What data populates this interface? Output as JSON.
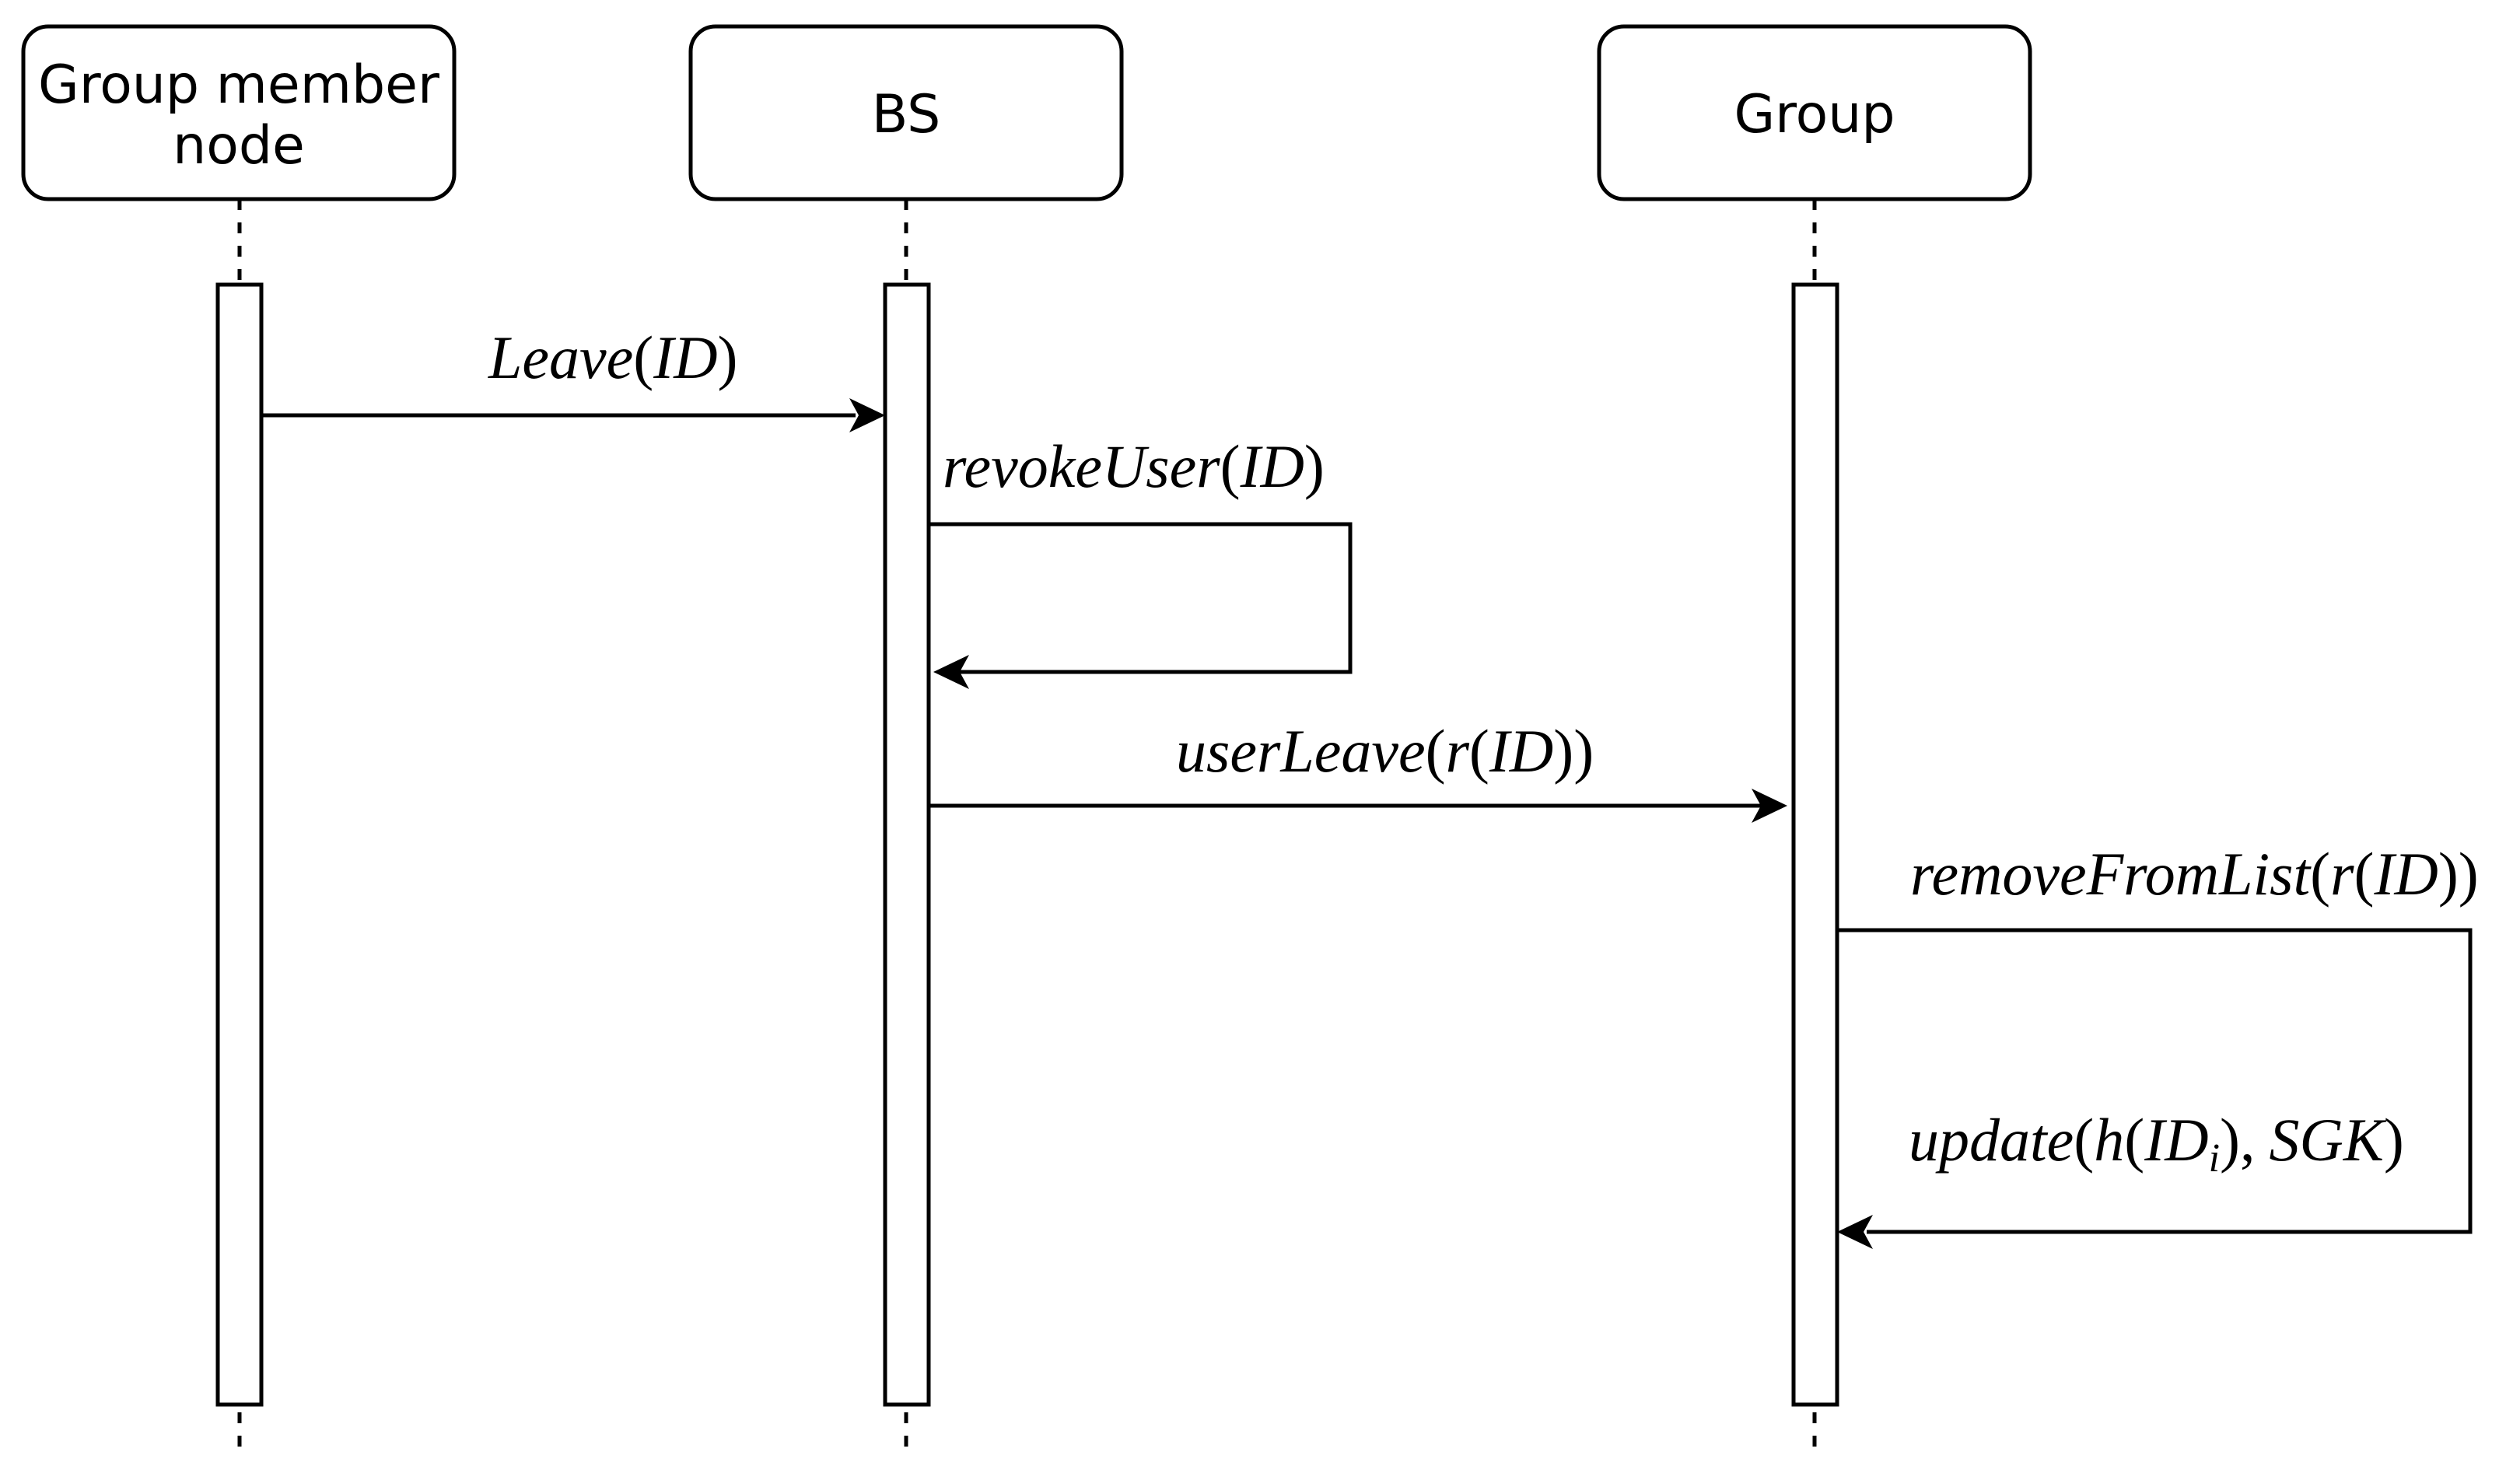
{
  "participants": {
    "member": {
      "line1": "Group member",
      "line2": "node"
    },
    "bs": {
      "label": "BS"
    },
    "group": {
      "label": "Group"
    }
  },
  "messages": {
    "leave": {
      "name": "Leave",
      "open": "(",
      "arg": "ID",
      "close": ")"
    },
    "revoke": {
      "name": "revokeUser",
      "open": "(",
      "arg": "ID",
      "close": ")"
    },
    "userleave": {
      "name": "userLeave",
      "open": "(",
      "fn": "r",
      "open2": "(",
      "arg": "ID",
      "close": "))"
    },
    "remove": {
      "name": "removeFromList",
      "open": "(",
      "fn": "r",
      "open2": "(",
      "arg": "ID",
      "close": "))"
    },
    "update": {
      "name": "update",
      "open": "(",
      "fn": "h",
      "open2": "(",
      "arg": "ID",
      "sub": "i",
      "close": "),",
      "arg2": "SGK",
      "close2": ")"
    }
  },
  "colors": {
    "stroke": "#000000",
    "background": "#ffffff"
  }
}
